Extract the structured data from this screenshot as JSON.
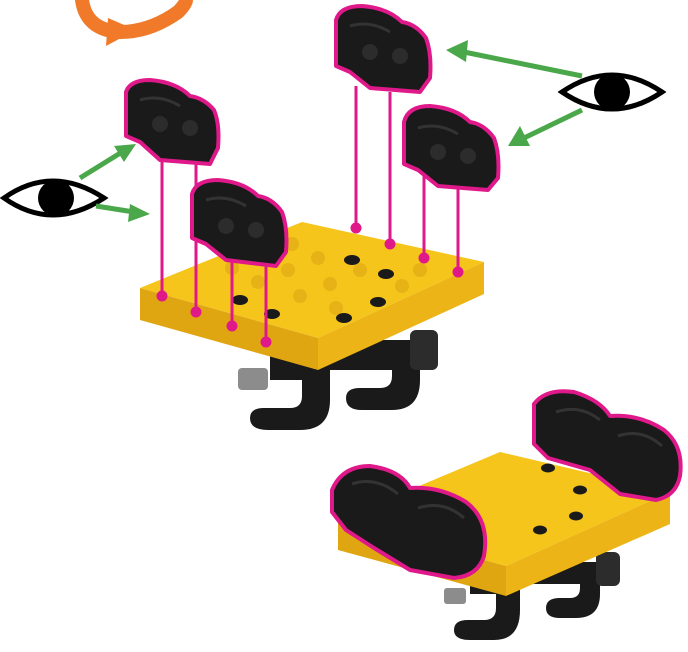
{
  "diagram": {
    "colors": {
      "rotate_arrow": "#f07a2a",
      "plate_yellow": "#f6c51b",
      "plate_yellow_dark": "#e0a612",
      "plate_yellow_side": "#ecb416",
      "part_black": "#1a1a1a",
      "part_dark": "#2c2c2c",
      "outline_magenta": "#e0198a",
      "guide_line": "#e0198a",
      "pointer_arrow": "#4aa84a",
      "eye_black": "#000000",
      "eye_white": "#ffffff",
      "peg_gray": "#8c8c8c"
    },
    "icons": [
      "rotate-arrow-icon",
      "eye-icon",
      "eye-icon",
      "pointer-arrow-icon"
    ],
    "step": {
      "exploded_view": "before",
      "assembled_view": "after",
      "bracket_count": 4
    }
  }
}
